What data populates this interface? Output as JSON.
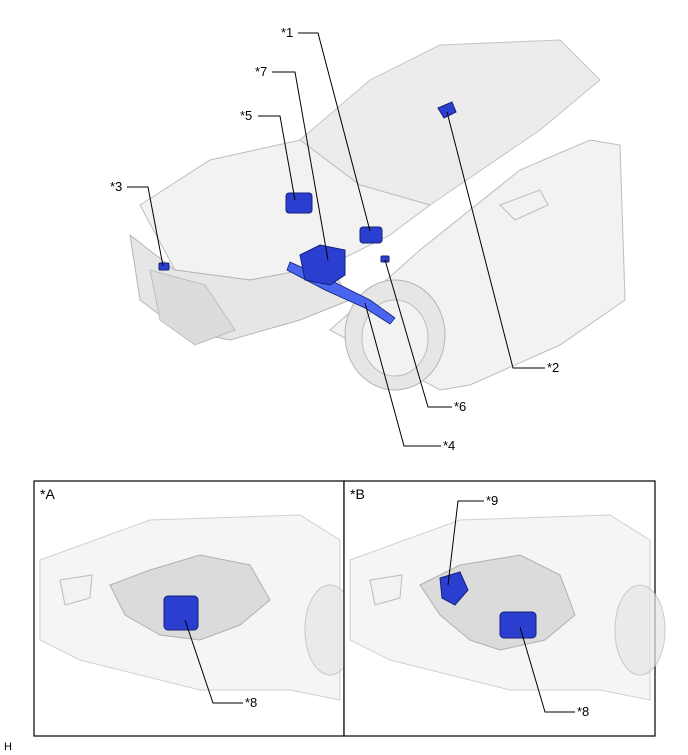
{
  "main_view": {
    "callouts": [
      {
        "id": "1",
        "text": "*1"
      },
      {
        "id": "2",
        "text": "*2"
      },
      {
        "id": "3",
        "text": "*3"
      },
      {
        "id": "4",
        "text": "*4"
      },
      {
        "id": "5",
        "text": "*5"
      },
      {
        "id": "6",
        "text": "*6"
      },
      {
        "id": "7",
        "text": "*7"
      }
    ]
  },
  "panel_a": {
    "label": "*A",
    "callouts": [
      {
        "id": "8",
        "text": "*8"
      }
    ]
  },
  "panel_b": {
    "label": "*B",
    "callouts": [
      {
        "id": "9",
        "text": "*9"
      },
      {
        "id": "8",
        "text": "*8"
      }
    ]
  },
  "footer": {
    "code": "H"
  },
  "colors": {
    "part": "#2a3fd0",
    "panel_border": "#000000"
  }
}
